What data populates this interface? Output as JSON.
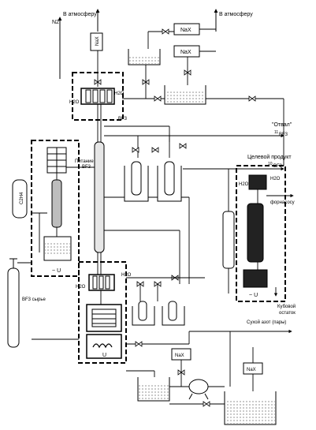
{
  "labels": {
    "n2": "N2",
    "to_atmosphere_left": "В атмосферу",
    "to_atmosphere_right": "В атмосферу",
    "nax": "NaX",
    "h2o": "H2O",
    "bf3": "BF3",
    "c2h4": "C2H4",
    "feed": "Питание",
    "feed_bf3": "BF3",
    "otval": "\"Отвал\"",
    "otval_sup": "11",
    "otval_bf3": "BF3",
    "target_product": "Целевой продукт",
    "target_sup": "10",
    "target_bf3": "BF3",
    "to_forpump": "форнасосу",
    "bottom_residue_1": "Кубовой",
    "bottom_residue_2": "остаток",
    "dry_nitrogen": "Сухой азот (пары)",
    "bf3_raw": "BF3 сырье",
    "u_label": "U",
    "tilde": "~"
  },
  "colors": {
    "line": "#000000",
    "column_fill": "#d9d9d9",
    "dark_fill": "#222222",
    "liquid_dots": "#555555"
  },
  "icons": [
    "valve-icon",
    "pump-icon",
    "coil-icon",
    "cylinder-icon"
  ]
}
